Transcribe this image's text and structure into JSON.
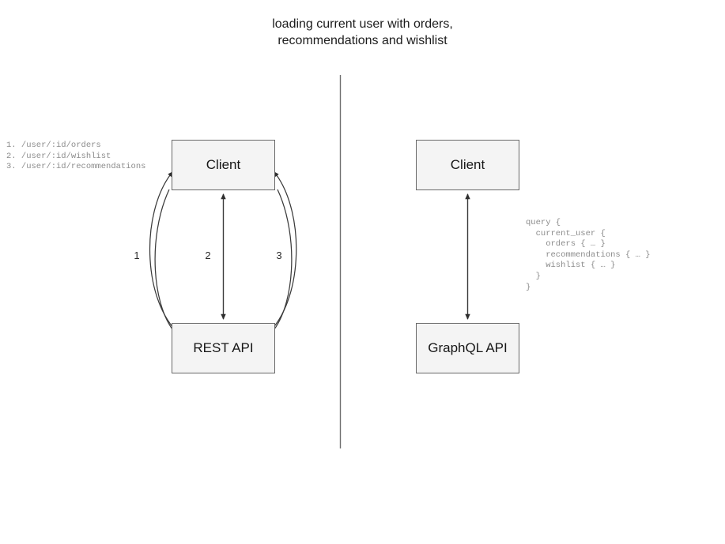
{
  "title": "loading current user with orders,\nrecommendations and wishlist",
  "rest_side": {
    "client_label": "Client",
    "api_label": "REST API",
    "endpoints": "1. /user/:id/orders\n2. /user/:id/wishlist\n3. /user/:id/recommendations",
    "edge_labels": [
      "1",
      "2",
      "3"
    ]
  },
  "graphql_side": {
    "client_label": "Client",
    "api_label": "GraphQL API",
    "query": "query {\n  current_user {\n    orders { … }\n    recommendations { … }\n    wishlist { … }\n  }\n}"
  },
  "colors": {
    "node_fill": "#f4f4f4",
    "node_stroke": "#686868",
    "edge_stroke": "#3a3a3a",
    "divider": "#6e6e6e",
    "code_text": "#8c8c8c",
    "title_text": "#1c1c1c"
  }
}
